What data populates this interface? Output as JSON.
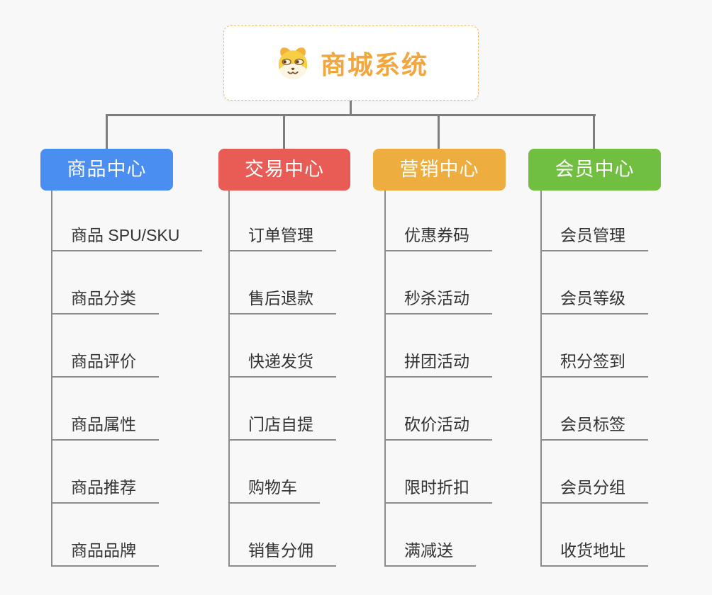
{
  "root": {
    "title": "商城系统",
    "icon": "dog-mascot-icon"
  },
  "branches": [
    {
      "label": "商品中心",
      "color": "#4a8ef2",
      "items": [
        "商品 SPU/SKU",
        "商品分类",
        "商品评价",
        "商品属性",
        "商品推荐",
        "商品品牌"
      ]
    },
    {
      "label": "交易中心",
      "color": "#e95b55",
      "items": [
        "订单管理",
        "售后退款",
        "快递发货",
        "门店自提",
        "购物车",
        "销售分佣"
      ]
    },
    {
      "label": "营销中心",
      "color": "#edae3f",
      "items": [
        "优惠券码",
        "秒杀活动",
        "拼团活动",
        "砍价活动",
        "限时折扣",
        "满减送"
      ]
    },
    {
      "label": "会员中心",
      "color": "#71bf41",
      "items": [
        "会员管理",
        "会员等级",
        "积分签到",
        "会员标签",
        "会员分组",
        "收货地址"
      ]
    }
  ],
  "colors": {
    "root_title": "#f2a73e",
    "root_border": "#f0bd6e",
    "connector_line": "#7e7e7e",
    "item_line": "#8c8c8c",
    "item_text": "#333333",
    "background": "#f8f8f8"
  }
}
